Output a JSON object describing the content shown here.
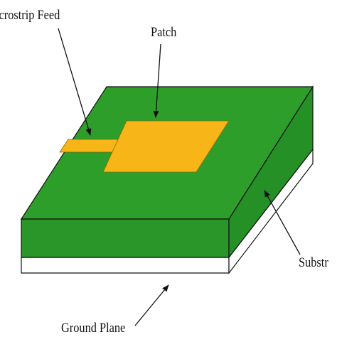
{
  "labels": {
    "microstrip_feed": "icrostrip Feed",
    "patch": "Patch",
    "substrate": "Substr",
    "ground_plane": "Ground Plane"
  },
  "colors": {
    "substrate_top": "#2E9E2A",
    "substrate_front": "#2A962A",
    "substrate_side": "#259025",
    "patch_fill": "#F7B517",
    "ground_fill": "#FFFFFF",
    "outline": "#111111"
  }
}
